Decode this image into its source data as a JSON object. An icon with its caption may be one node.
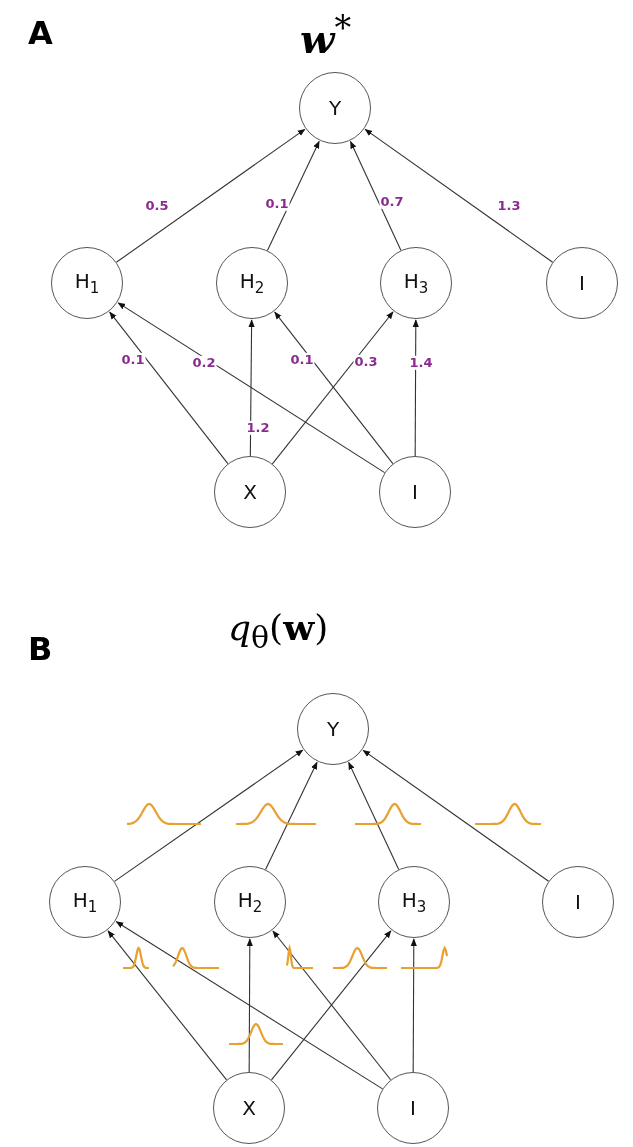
{
  "diagram": {
    "nodes": [
      {
        "text": [
          "Y"
        ]
      },
      {
        "text": [
          "H$_{1}$"
        ]
      },
      {
        "text": [
          "H$_{2}$"
        ]
      },
      {
        "text": [
          "H$_{3}$"
        ]
      },
      {
        "text": [
          "I"
        ]
      },
      {
        "text": [
          "X"
        ]
      },
      {
        "text": [
          "I"
        ]
      },
      {
        "text": [
          "Y"
        ]
      },
      {
        "text": [
          "H$_{1}$"
        ]
      },
      {
        "text": [
          "H$_{2}$"
        ]
      },
      {
        "text": [
          "H$_{3}$"
        ]
      },
      {
        "text": [
          "I"
        ]
      },
      {
        "text": [
          "X"
        ]
      },
      {
        "text": [
          "I"
        ]
      }
    ],
    "edges": [
      {
        "from": 1,
        "to": 0,
        "arrow": "to",
        "label": "0.5"
      },
      {
        "from": 2,
        "to": 0,
        "arrow": "to",
        "label": "0.1"
      },
      {
        "from": 3,
        "to": 0,
        "arrow": "to",
        "label": "0.7"
      },
      {
        "from": 4,
        "to": 0,
        "arrow": "to",
        "label": "1.3"
      },
      {
        "from": 5,
        "to": 1,
        "arrow": "to",
        "label": "0.1"
      },
      {
        "from": 6,
        "to": 1,
        "arrow": "to",
        "label": "0.2"
      },
      {
        "from": 5,
        "to": 2,
        "arrow": "to",
        "label": "1.2"
      },
      {
        "from": 6,
        "to": 2,
        "arrow": "to",
        "label": "0.1"
      },
      {
        "from": 5,
        "to": 3,
        "arrow": "to",
        "label": "0.3"
      },
      {
        "from": 6,
        "to": 3,
        "arrow": "to",
        "label": "1.4"
      },
      {
        "from": 8,
        "to": 7,
        "arrow": "to"
      },
      {
        "from": 9,
        "to": 7,
        "arrow": "to"
      },
      {
        "from": 10,
        "to": 7,
        "arrow": "to"
      },
      {
        "from": 11,
        "to": 7,
        "arrow": "to"
      },
      {
        "from": 12,
        "to": 8,
        "arrow": "to"
      },
      {
        "from": 13,
        "to": 8,
        "arrow": "to"
      },
      {
        "from": 12,
        "to": 9,
        "arrow": "to"
      },
      {
        "from": 13,
        "to": 9,
        "arrow": "to"
      },
      {
        "from": 12,
        "to": 10,
        "arrow": "to"
      },
      {
        "from": 13,
        "to": 10,
        "arrow": "to"
      }
    ],
    "labels": [
      "A",
      "**w**$^{*}$",
      "B",
      "*q*$_{θ}$(**w**)"
    ]
  }
}
